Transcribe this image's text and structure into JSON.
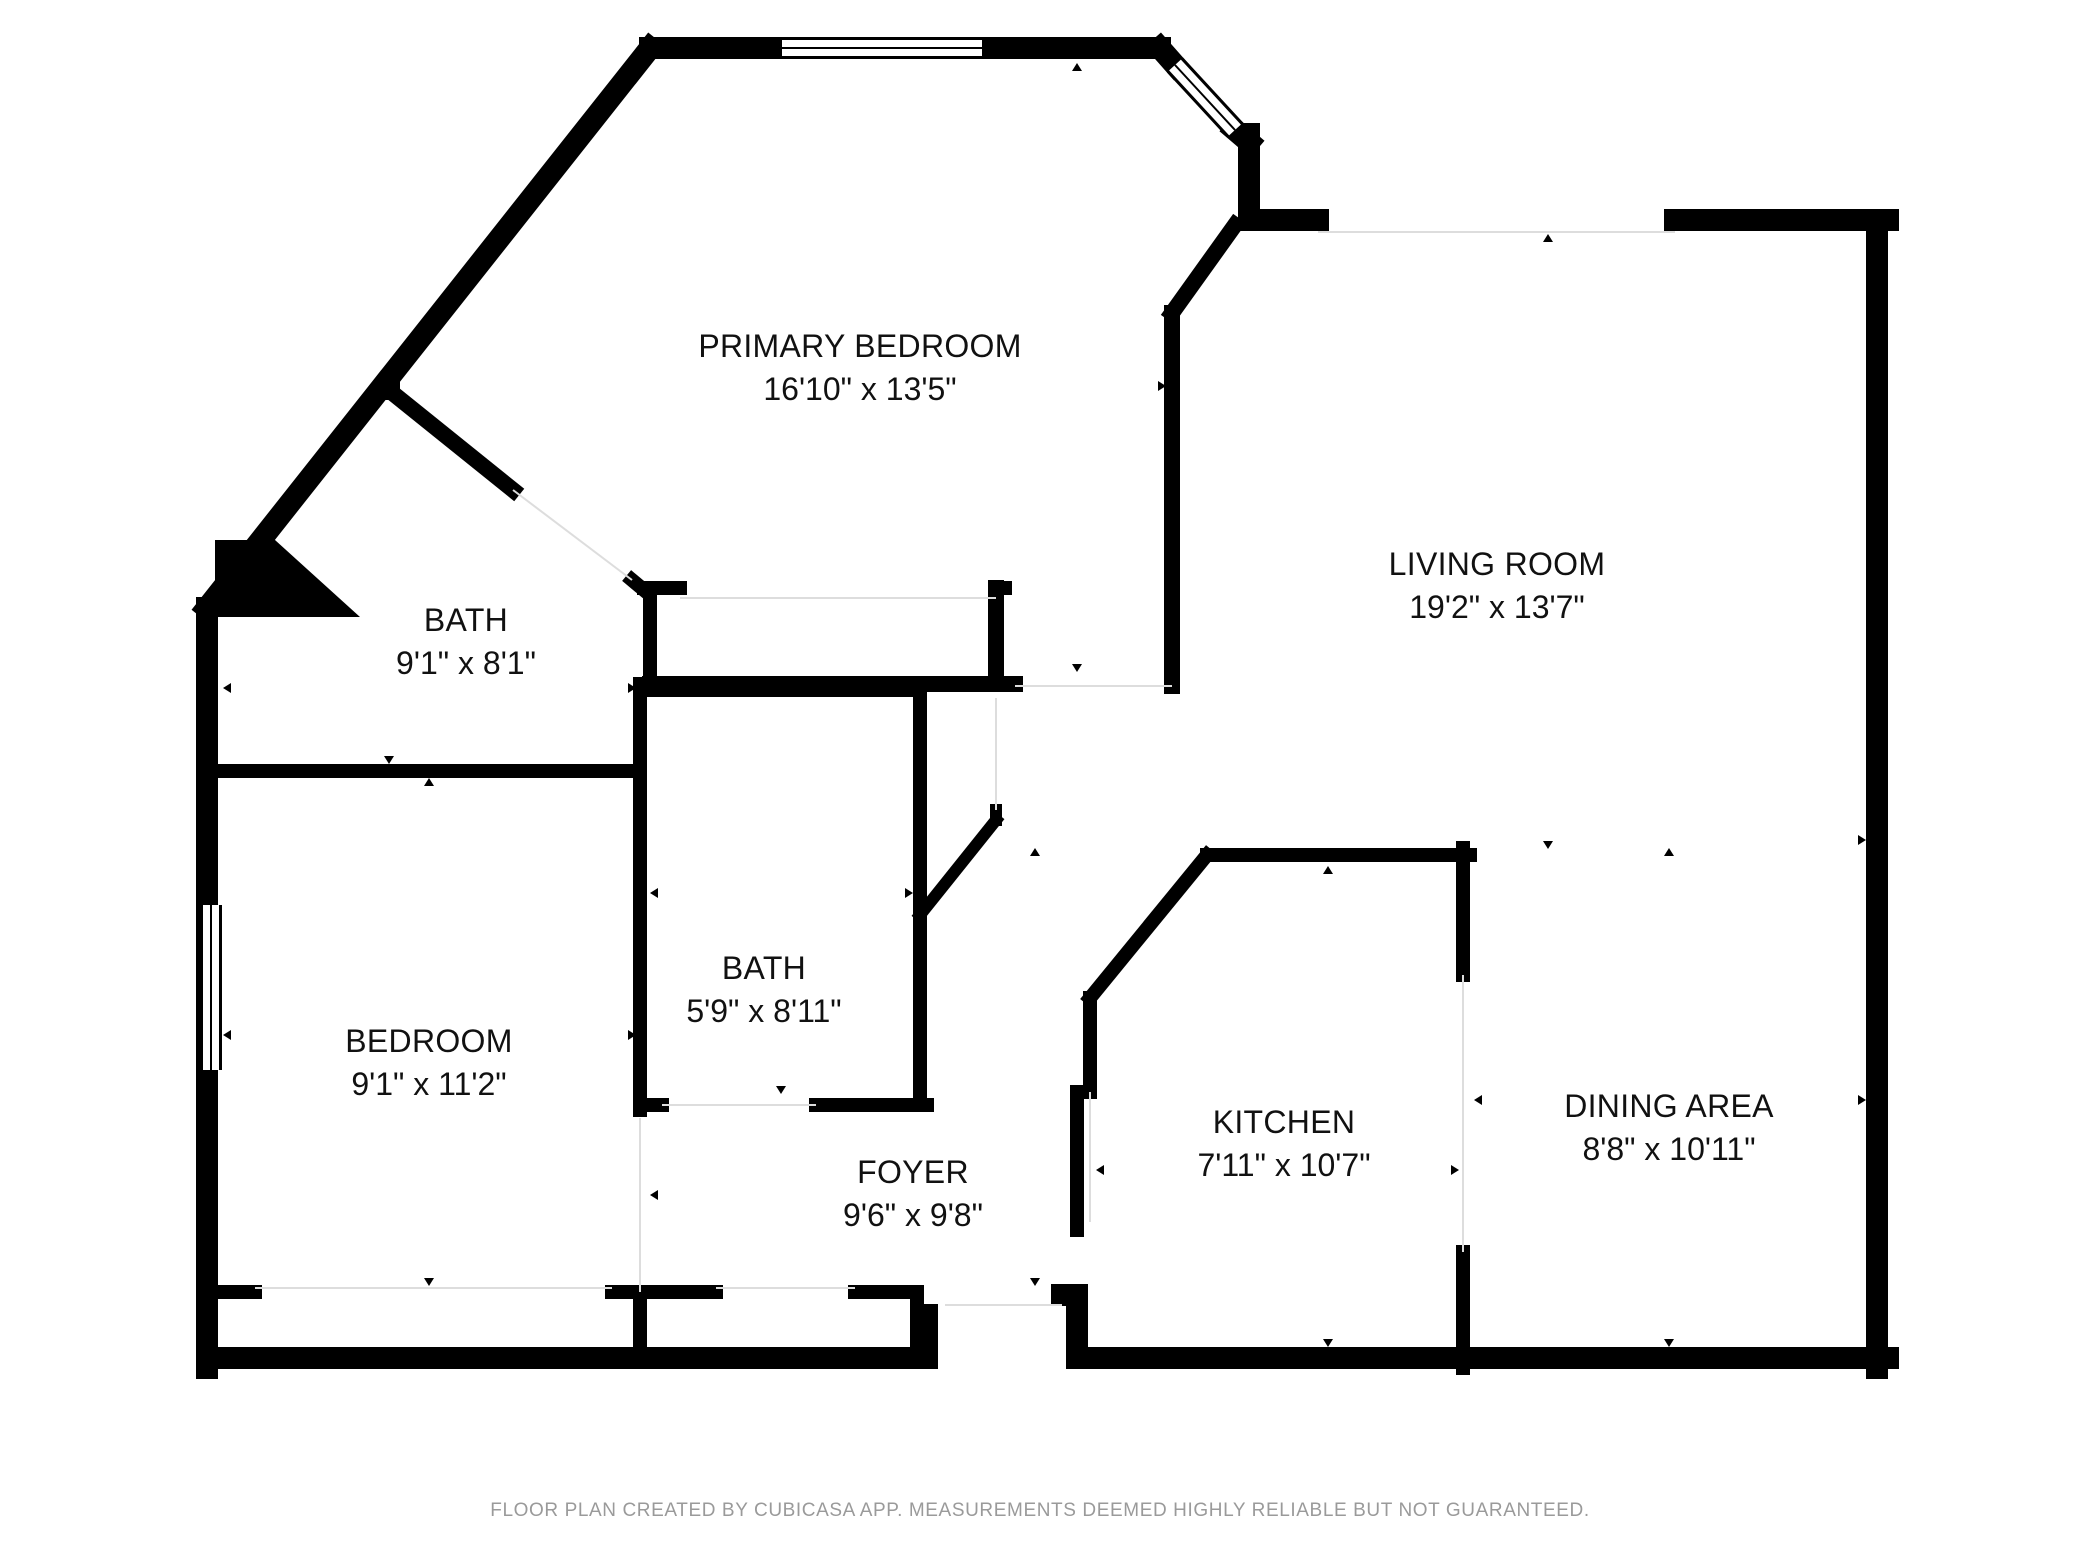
{
  "rooms": [
    {
      "id": "primary_bedroom",
      "name": "PRIMARY BEDROOM",
      "dimensions": "16'10\" x 13'5\""
    },
    {
      "id": "living_room",
      "name": "LIVING ROOM",
      "dimensions": "19'2\" x 13'7\""
    },
    {
      "id": "bath_1",
      "name": "BATH",
      "dimensions": "9'1\" x 8'1\""
    },
    {
      "id": "bath_2",
      "name": "BATH",
      "dimensions": "5'9\" x 8'11\""
    },
    {
      "id": "bedroom",
      "name": "BEDROOM",
      "dimensions": "9'1\" x 11'2\""
    },
    {
      "id": "kitchen",
      "name": "KITCHEN",
      "dimensions": "7'11\" x 10'7\""
    },
    {
      "id": "dining_area",
      "name": "DINING AREA",
      "dimensions": "8'8\" x 10'11\""
    },
    {
      "id": "foyer",
      "name": "FOYER",
      "dimensions": "9'6\" x 9'8\""
    }
  ],
  "footer": {
    "credit": "FLOOR PLAN CREATED BY CUBICASA APP. MEASUREMENTS DEEMED HIGHLY RELIABLE BUT NOT GUARANTEED."
  },
  "colors": {
    "wall": "#000000",
    "opening": "#dddddd",
    "background": "#ffffff",
    "footer_text": "#9a9a9a"
  }
}
